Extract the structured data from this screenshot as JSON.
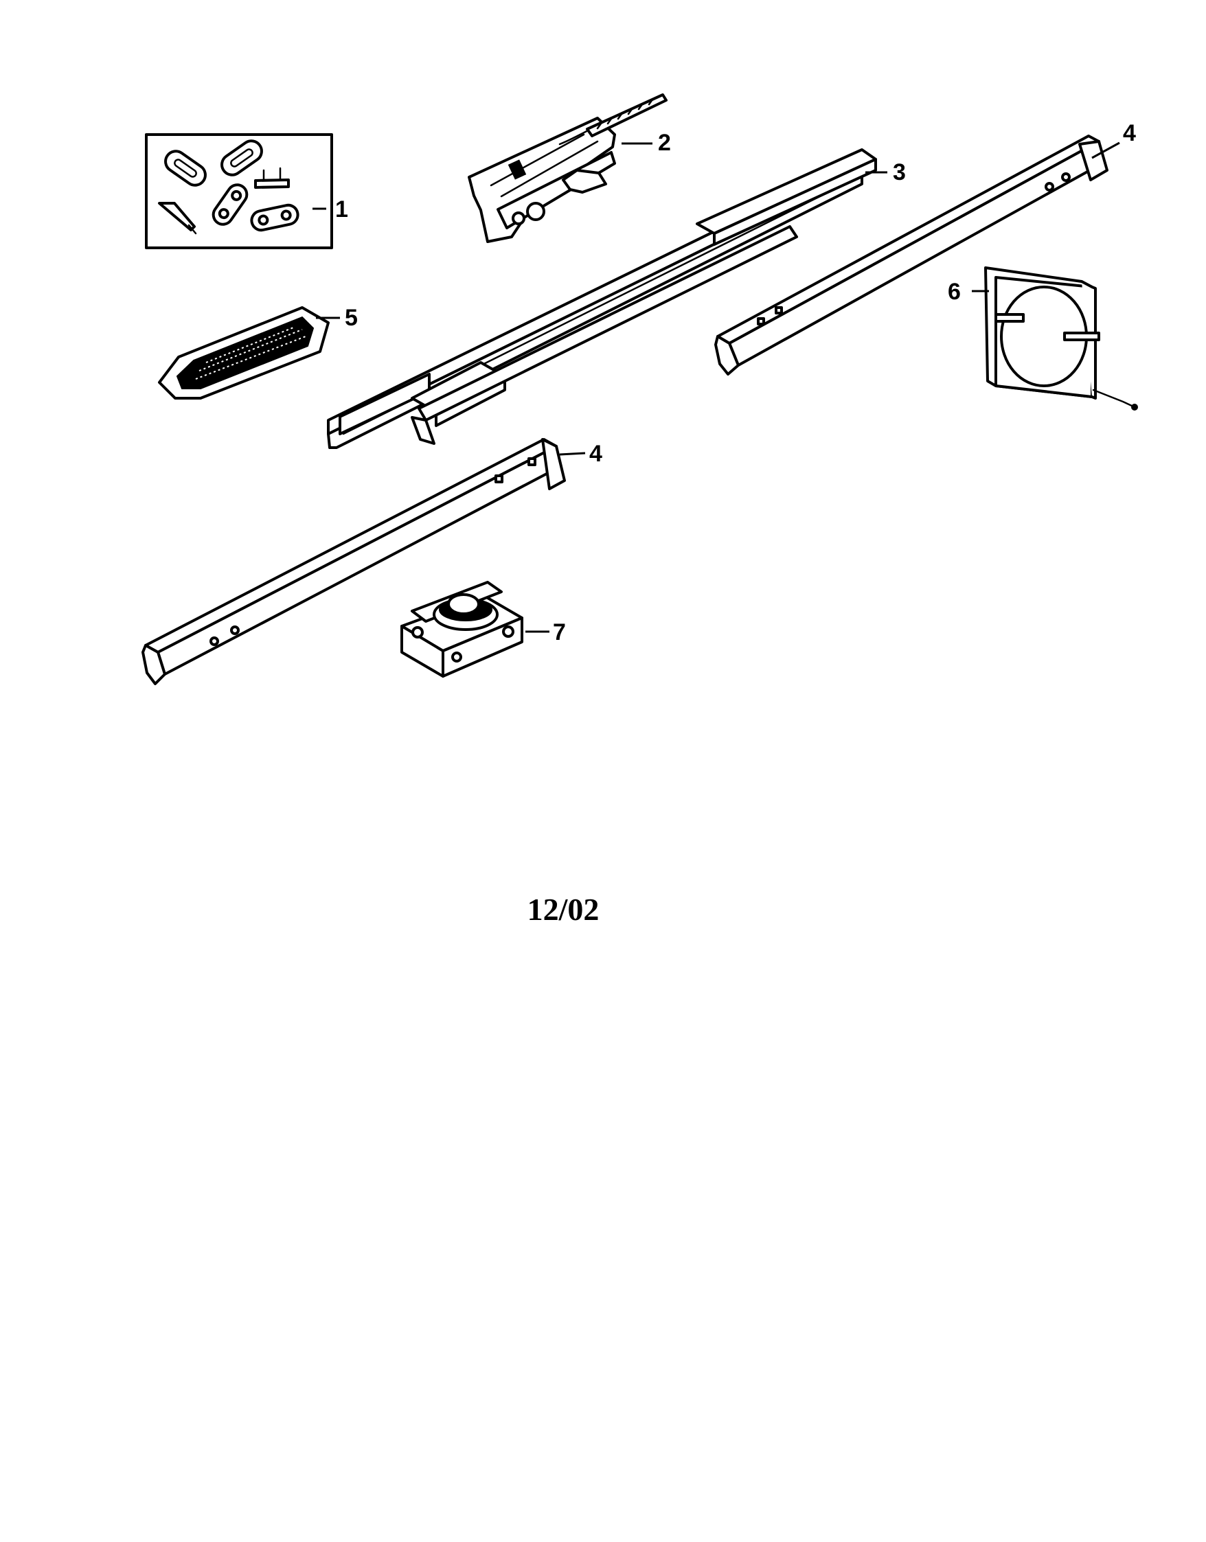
{
  "parts": [
    {
      "number": "1",
      "icon": "chain-link-parts-icon"
    },
    {
      "number": "2",
      "icon": "trolley-icon"
    },
    {
      "number": "3",
      "icon": "rail-section-icon"
    },
    {
      "number": "4",
      "icon": "rail-section-icon"
    },
    {
      "number": "4",
      "icon": "rail-section-icon"
    },
    {
      "number": "5",
      "icon": "warning-label-icon"
    },
    {
      "number": "6",
      "icon": "sprocket-cover-icon"
    },
    {
      "number": "7",
      "icon": "idler-pulley-bracket-icon"
    }
  ],
  "rail_decal_text": "",
  "date_code": "12/02",
  "colors": {
    "ink": "#000000",
    "paper": "#ffffff"
  }
}
